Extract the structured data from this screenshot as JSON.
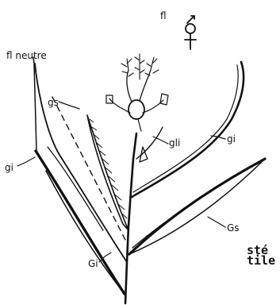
{
  "labels": {
    "fl": "fl",
    "fl_neutre": "fl neutre",
    "gs": "gs",
    "gli": "gli",
    "gi_right": "gi",
    "gi_left": "gi",
    "Gs": "Gs",
    "Gi": "Gi",
    "partial_1": "sté",
    "partial_2": "tile"
  },
  "colors": {
    "ink": "#111111",
    "background": "#ffffff"
  },
  "icons": {
    "hermaphrodite_symbol": "hermaphrodite-symbol-icon"
  }
}
